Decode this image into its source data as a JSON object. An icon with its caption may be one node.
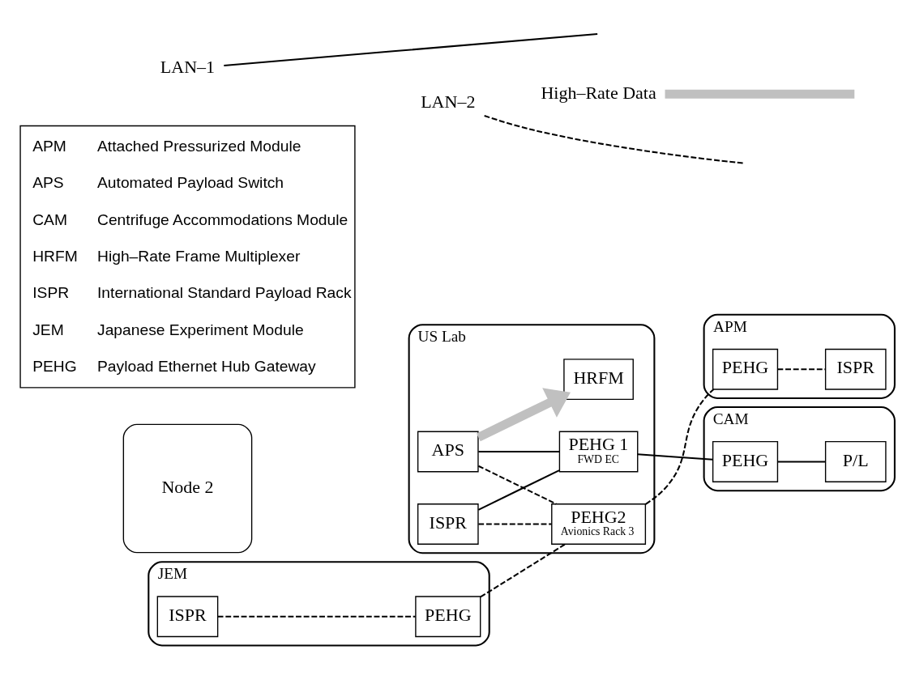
{
  "diagram": {
    "nodes": [
      {
        "text": [
          "US Lab"
        ]
      },
      {
        "text": [
          "ISPR"
        ],
        "in": 0
      },
      {
        "text": [
          "PEHG2",
          "Avionics Rack 3"
        ],
        "in": 0
      },
      {
        "text": [
          "HRFM"
        ],
        "in": 0
      },
      {
        "text": [
          "APS"
        ],
        "in": 0
      },
      {
        "text": [
          "PEHG 1",
          "FWD EC"
        ],
        "in": 0
      },
      {
        "text": [
          "JEM"
        ]
      },
      {
        "text": [
          "ISPR"
        ],
        "in": 6
      },
      {
        "text": [
          "PEHG"
        ],
        "in": 6
      },
      {
        "text": [
          "Node 2"
        ]
      },
      {
        "text": [
          "CAM"
        ]
      },
      {
        "text": [
          "PEHG"
        ],
        "in": 10
      },
      {
        "text": [
          "P/L"
        ],
        "in": 10
      },
      {
        "text": [
          "APM"
        ]
      },
      {
        "text": [
          "PEHG"
        ],
        "in": 13
      },
      {
        "text": [
          "ISPR"
        ],
        "in": 13
      }
    ],
    "edges": [
      {
        "from": 1,
        "to": 2,
        "arrow": "none",
        "style": "dashed"
      },
      {
        "from": 1,
        "to": 5,
        "arrow": "none"
      },
      {
        "from": 4,
        "to": 3,
        "arrow": "to",
        "style": "thick",
        "color": "#c0c0c0"
      },
      {
        "from": 4,
        "to": 2,
        "arrow": "none",
        "style": "dashed"
      },
      {
        "from": 4,
        "to": 5,
        "arrow": "none"
      },
      {
        "from": 5,
        "to": 11,
        "arrow": "none"
      },
      {
        "from": 11,
        "to": 12,
        "arrow": "none"
      },
      {
        "from": 7,
        "to": 8,
        "arrow": "none",
        "style": "dashed"
      },
      {
        "from": 8,
        "to": 2,
        "arrow": "none",
        "style": "dashed"
      },
      {
        "from": 2,
        "to": 14,
        "arrow": "none",
        "style": "dashed"
      },
      {
        "from": 14,
        "to": 15,
        "arrow": "none",
        "style": "dashed"
      }
    ],
    "labels": [
      "APM",
      "Attached Pressurized Module",
      "APS",
      "Automated Payload Switch",
      "CAM",
      "Centrifuge Accommodations Module",
      "HRFM",
      "High–Rate Frame Multiplexer",
      "ISPR",
      "International Standard Payload Rack",
      "JEM",
      "Japanese Experiment Module",
      "PEHG",
      "Payload Ethernet Hub Gateway"
    ],
    "legend": [
      {
        "text": "LAN–1"
      },
      {
        "text": "LAN–2"
      },
      {
        "text": "High–Rate Data"
      }
    ]
  }
}
